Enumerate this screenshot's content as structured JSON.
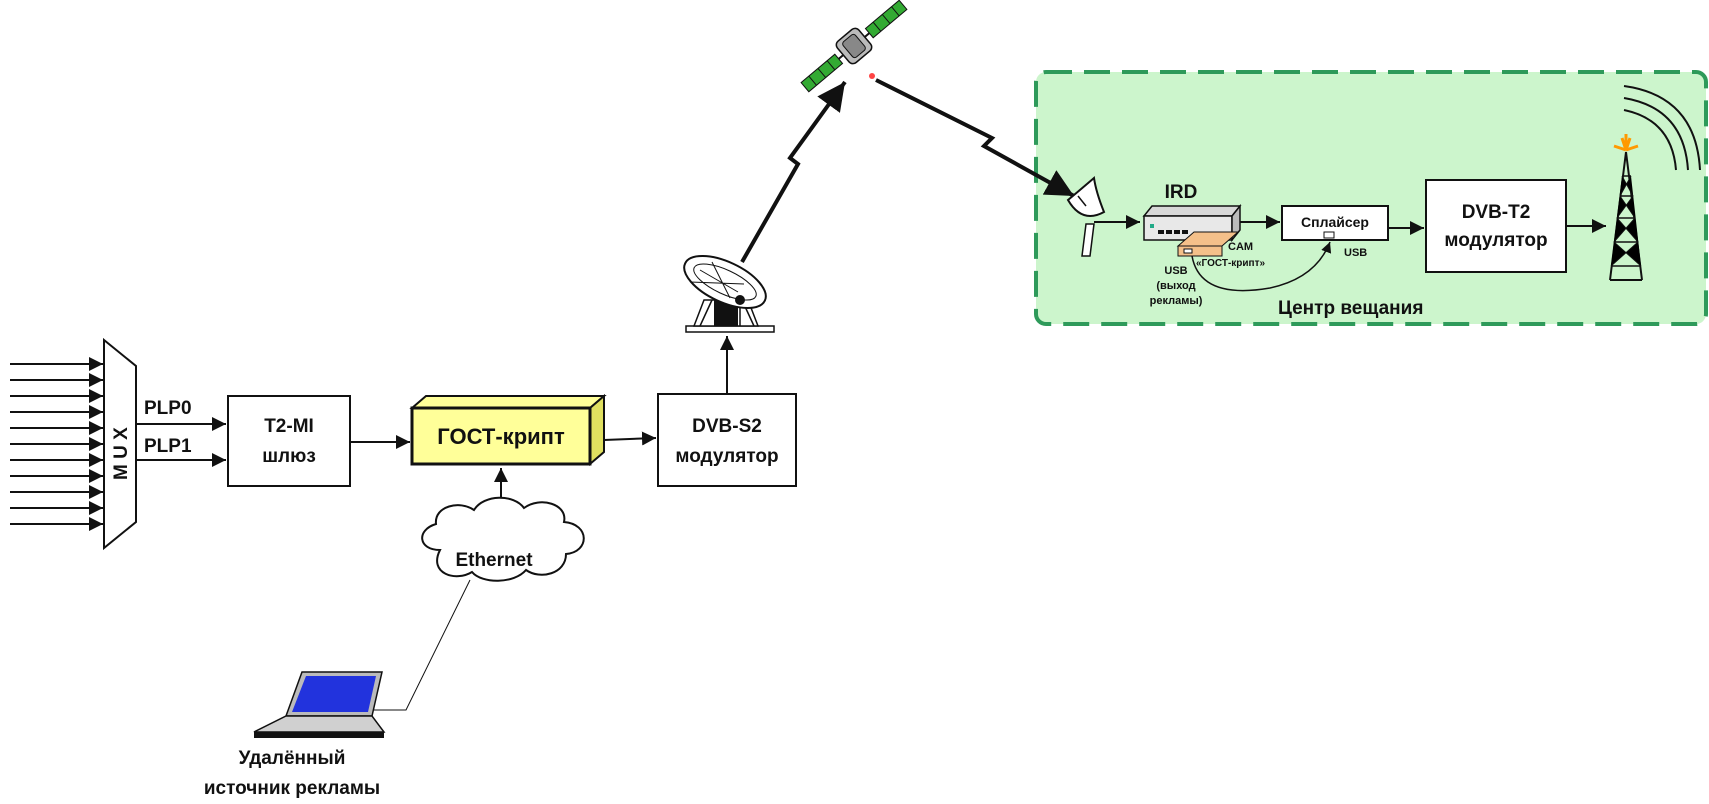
{
  "mux": {
    "label": "M U X",
    "plp0": "PLP0",
    "plp1": "PLP1"
  },
  "t2mi": {
    "line1": "T2-MI",
    "line2": "шлюз"
  },
  "gost": {
    "label": "ГОСТ-крипт"
  },
  "dvbs2": {
    "line1": "DVB-S2",
    "line2": "модулятор"
  },
  "ethernet": {
    "label": "Ethernet"
  },
  "remote": {
    "line1": "Удалённый",
    "line2": "источник рекламы"
  },
  "broadcast": {
    "title": "Центр вещания",
    "ird": "IRD",
    "splicer": "Сплайсер",
    "cam": "CAM",
    "cam_sub": "«ГОСТ-крипт»",
    "usb_out_1": "USB",
    "usb_out_2": "(выход",
    "usb_out_3": "рекламы)",
    "usb_in": "USB",
    "dvbt2_line1": "DVB-T2",
    "dvbt2_line2": "модулятор"
  },
  "colors": {
    "broadcast_fill": "#ccf5cc",
    "broadcast_border": "#2e9a5a",
    "gost_fill": "#ffff99",
    "gost_side": "#e0e060",
    "laptop_screen": "#2233dd",
    "cam_fill": "#f4c08a"
  }
}
